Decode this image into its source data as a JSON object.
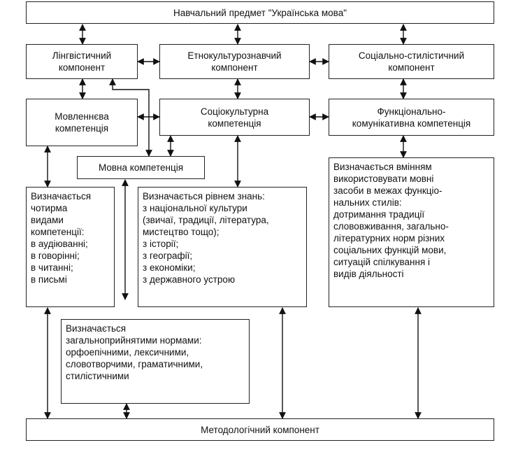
{
  "top_box": "Навчальний предмет \"Українська мова\"",
  "components": {
    "linguistic": [
      "Лінгвістичний",
      "компонент"
    ],
    "ethnocultural": [
      "Етнокультурознавчий",
      "компонент"
    ],
    "social_stylistic": [
      "Соціально-стилістичний",
      "компонент"
    ]
  },
  "competences": {
    "speech": [
      "Мовленнєва",
      "компетенція"
    ],
    "sociocultural": [
      "Соціокультурна",
      "компетенція"
    ],
    "functional": [
      "Функціонально-",
      "комунікативна компетенція"
    ],
    "language": "Мовна компетенція"
  },
  "descriptions": {
    "speech": [
      "Визначається",
      "чотирма",
      "видами",
      "компетенції:",
      "в аудіюванні;",
      "в говорінні;",
      "в читанні;",
      "в письмі"
    ],
    "sociocultural": [
      "Визначається рівнем знань:",
      "з національної культури",
      "(звичаї, традиції, література,",
      "мистецтво тощо);",
      "з історії;",
      "з географії;",
      "з економіки;",
      "з державного устрою"
    ],
    "functional": [
      "Визначається вмінням",
      "використовувати мовні",
      "засоби в межах функціо-",
      "нальних стилів:",
      "дотримання традиції",
      "слововживання, загально-",
      "літературних норм різних",
      "соціальних функцій мови,",
      "ситуацій спілкування і",
      "видів діяльності"
    ],
    "language": [
      "Визначається",
      "загальноприйнятими нормами:",
      "орфоепічними, лексичними,",
      "словотворчими, граматичними,",
      "стилістичними"
    ]
  },
  "bottom_box": "Методологічний компонент"
}
